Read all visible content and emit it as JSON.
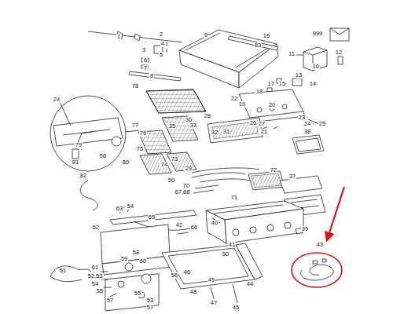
{
  "diagram": {
    "labels": [
      "1",
      "2",
      "3",
      "4",
      "5",
      "6",
      "7",
      "8",
      "9",
      "16",
      "83",
      "999",
      "11",
      "10",
      "12",
      "13",
      "14",
      "17",
      "15",
      "18",
      "22",
      "19",
      "20",
      "23",
      "24",
      "25",
      "26",
      "27",
      "21",
      "78",
      "77",
      "24",
      "79",
      "56",
      "80",
      "81",
      "35",
      "28",
      "30",
      "33",
      "32",
      "31",
      "76",
      "75",
      "74",
      "73",
      "38",
      "29",
      "50",
      "70",
      "67,68",
      "72",
      "37",
      "71",
      "82",
      "63",
      "54",
      "65",
      "62",
      "42",
      "66",
      "40",
      "41",
      "39",
      "43",
      "61",
      "52,53",
      "54",
      "58",
      "59",
      "60",
      "55",
      "57",
      "51",
      "56",
      "55",
      "53",
      "57",
      "46",
      "50",
      "49",
      "48",
      "47",
      "44",
      "45"
    ]
  }
}
